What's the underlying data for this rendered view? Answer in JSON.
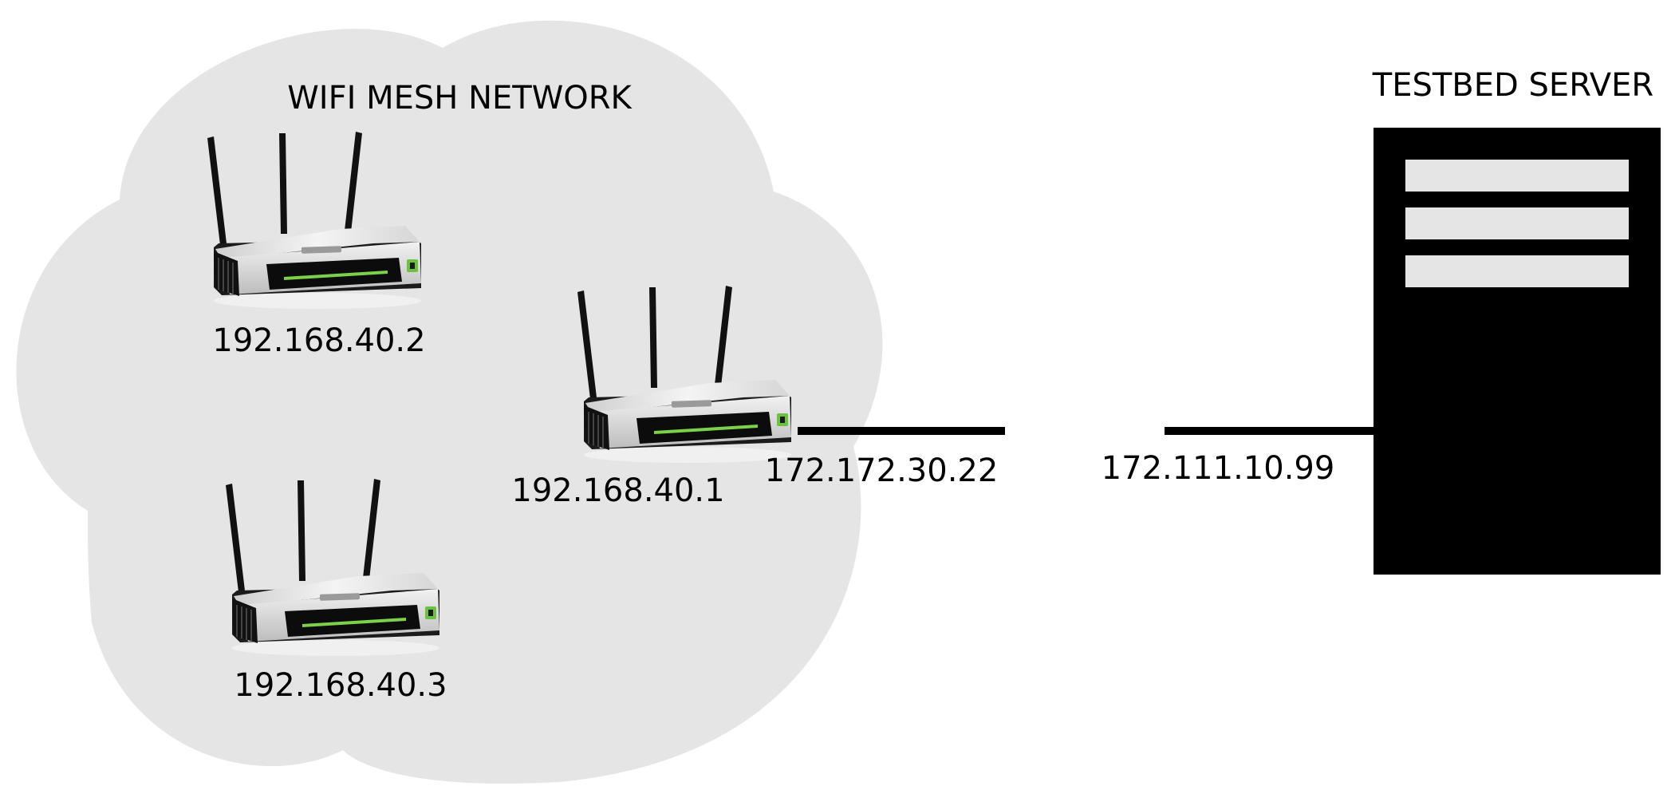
{
  "diagram": {
    "mesh_title": "WIFI MESH NETWORK",
    "server_title": "TESTBED SERVER",
    "routers": [
      {
        "label": "192.168.40.2"
      },
      {
        "label": "192.168.40.1"
      },
      {
        "label": "192.168.40.3"
      }
    ],
    "link": {
      "left_ip": "172.172.30.22",
      "right_ip": "172.111.10.99"
    },
    "colors": {
      "cloud": "#e5e5e5",
      "server": "#000000",
      "server_slot": "#e5e5e5",
      "link": "#000000",
      "router_body": "#dcdcdc",
      "router_led": "#7bd14a",
      "router_port": "#6ac23f"
    }
  }
}
